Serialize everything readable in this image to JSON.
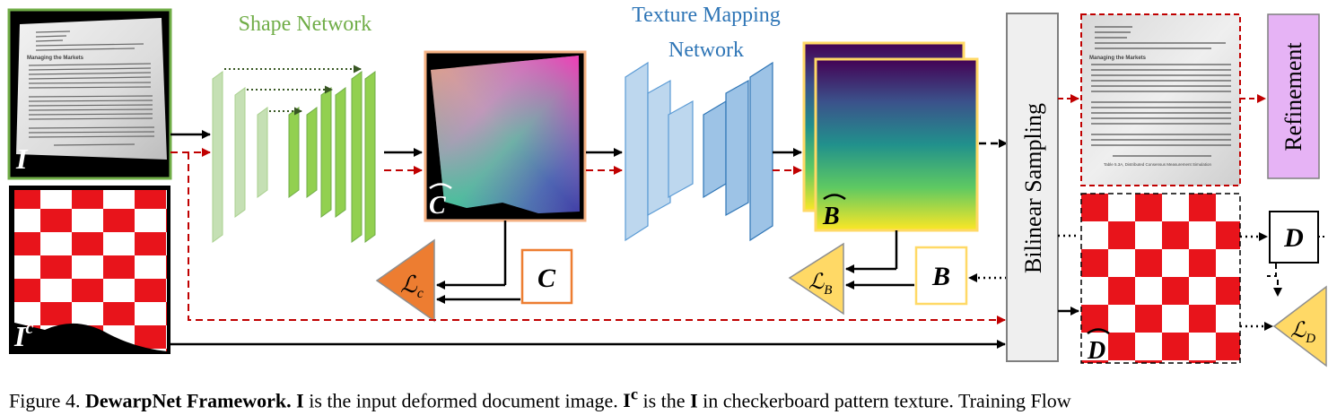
{
  "labels": {
    "shape_network": "Shape Network",
    "texture_line1": "Texture Mapping",
    "texture_line2": "Network",
    "bilinear": "Bilinear Sampling",
    "refinement": "Refinement"
  },
  "math": {
    "input_image": "I",
    "input_checker_base": "I",
    "input_checker_sup": "c",
    "pred_coord": "C",
    "gt_coord": "C",
    "pred_bm": "B",
    "gt_bm": "B",
    "pred_dewarp": "D",
    "gt_dewarp": "D",
    "loss_c_base": "ℒ",
    "loss_c_sub": "c",
    "loss_b_base": "ℒ",
    "loss_b_sub": "B",
    "loss_d_base": "ℒ",
    "loss_d_sub": "D"
  },
  "document_lines": {
    "heading": "Managing the Markets",
    "footer": "Table 5.3A, Distributed Consensus Measurement Simulation"
  },
  "caption": {
    "prefix": "Figure 4.",
    "title": "DewarpNet Framework.",
    "s1_sym": "I",
    "s1_text": "is the input deformed document image.",
    "s2_sym": "I",
    "s2_sup": "c",
    "s2_mid": "is the",
    "s2_sym2": "I",
    "s2_text": "in checkerboard pattern texture. Training Flow"
  },
  "colors": {
    "shape_green": "#92d050",
    "shape_green_light": "#c5e0b4",
    "texture_blue": "#9dc3e6",
    "texture_blue_light": "#bdd7ee",
    "orange_loss": "#ed7d31",
    "yellow_loss": "#ffd966",
    "refinement_fill": "#e6b3f5",
    "dashed_red": "#c00000",
    "shape_title": "#70ad47",
    "texture_title": "#2e75b6"
  }
}
